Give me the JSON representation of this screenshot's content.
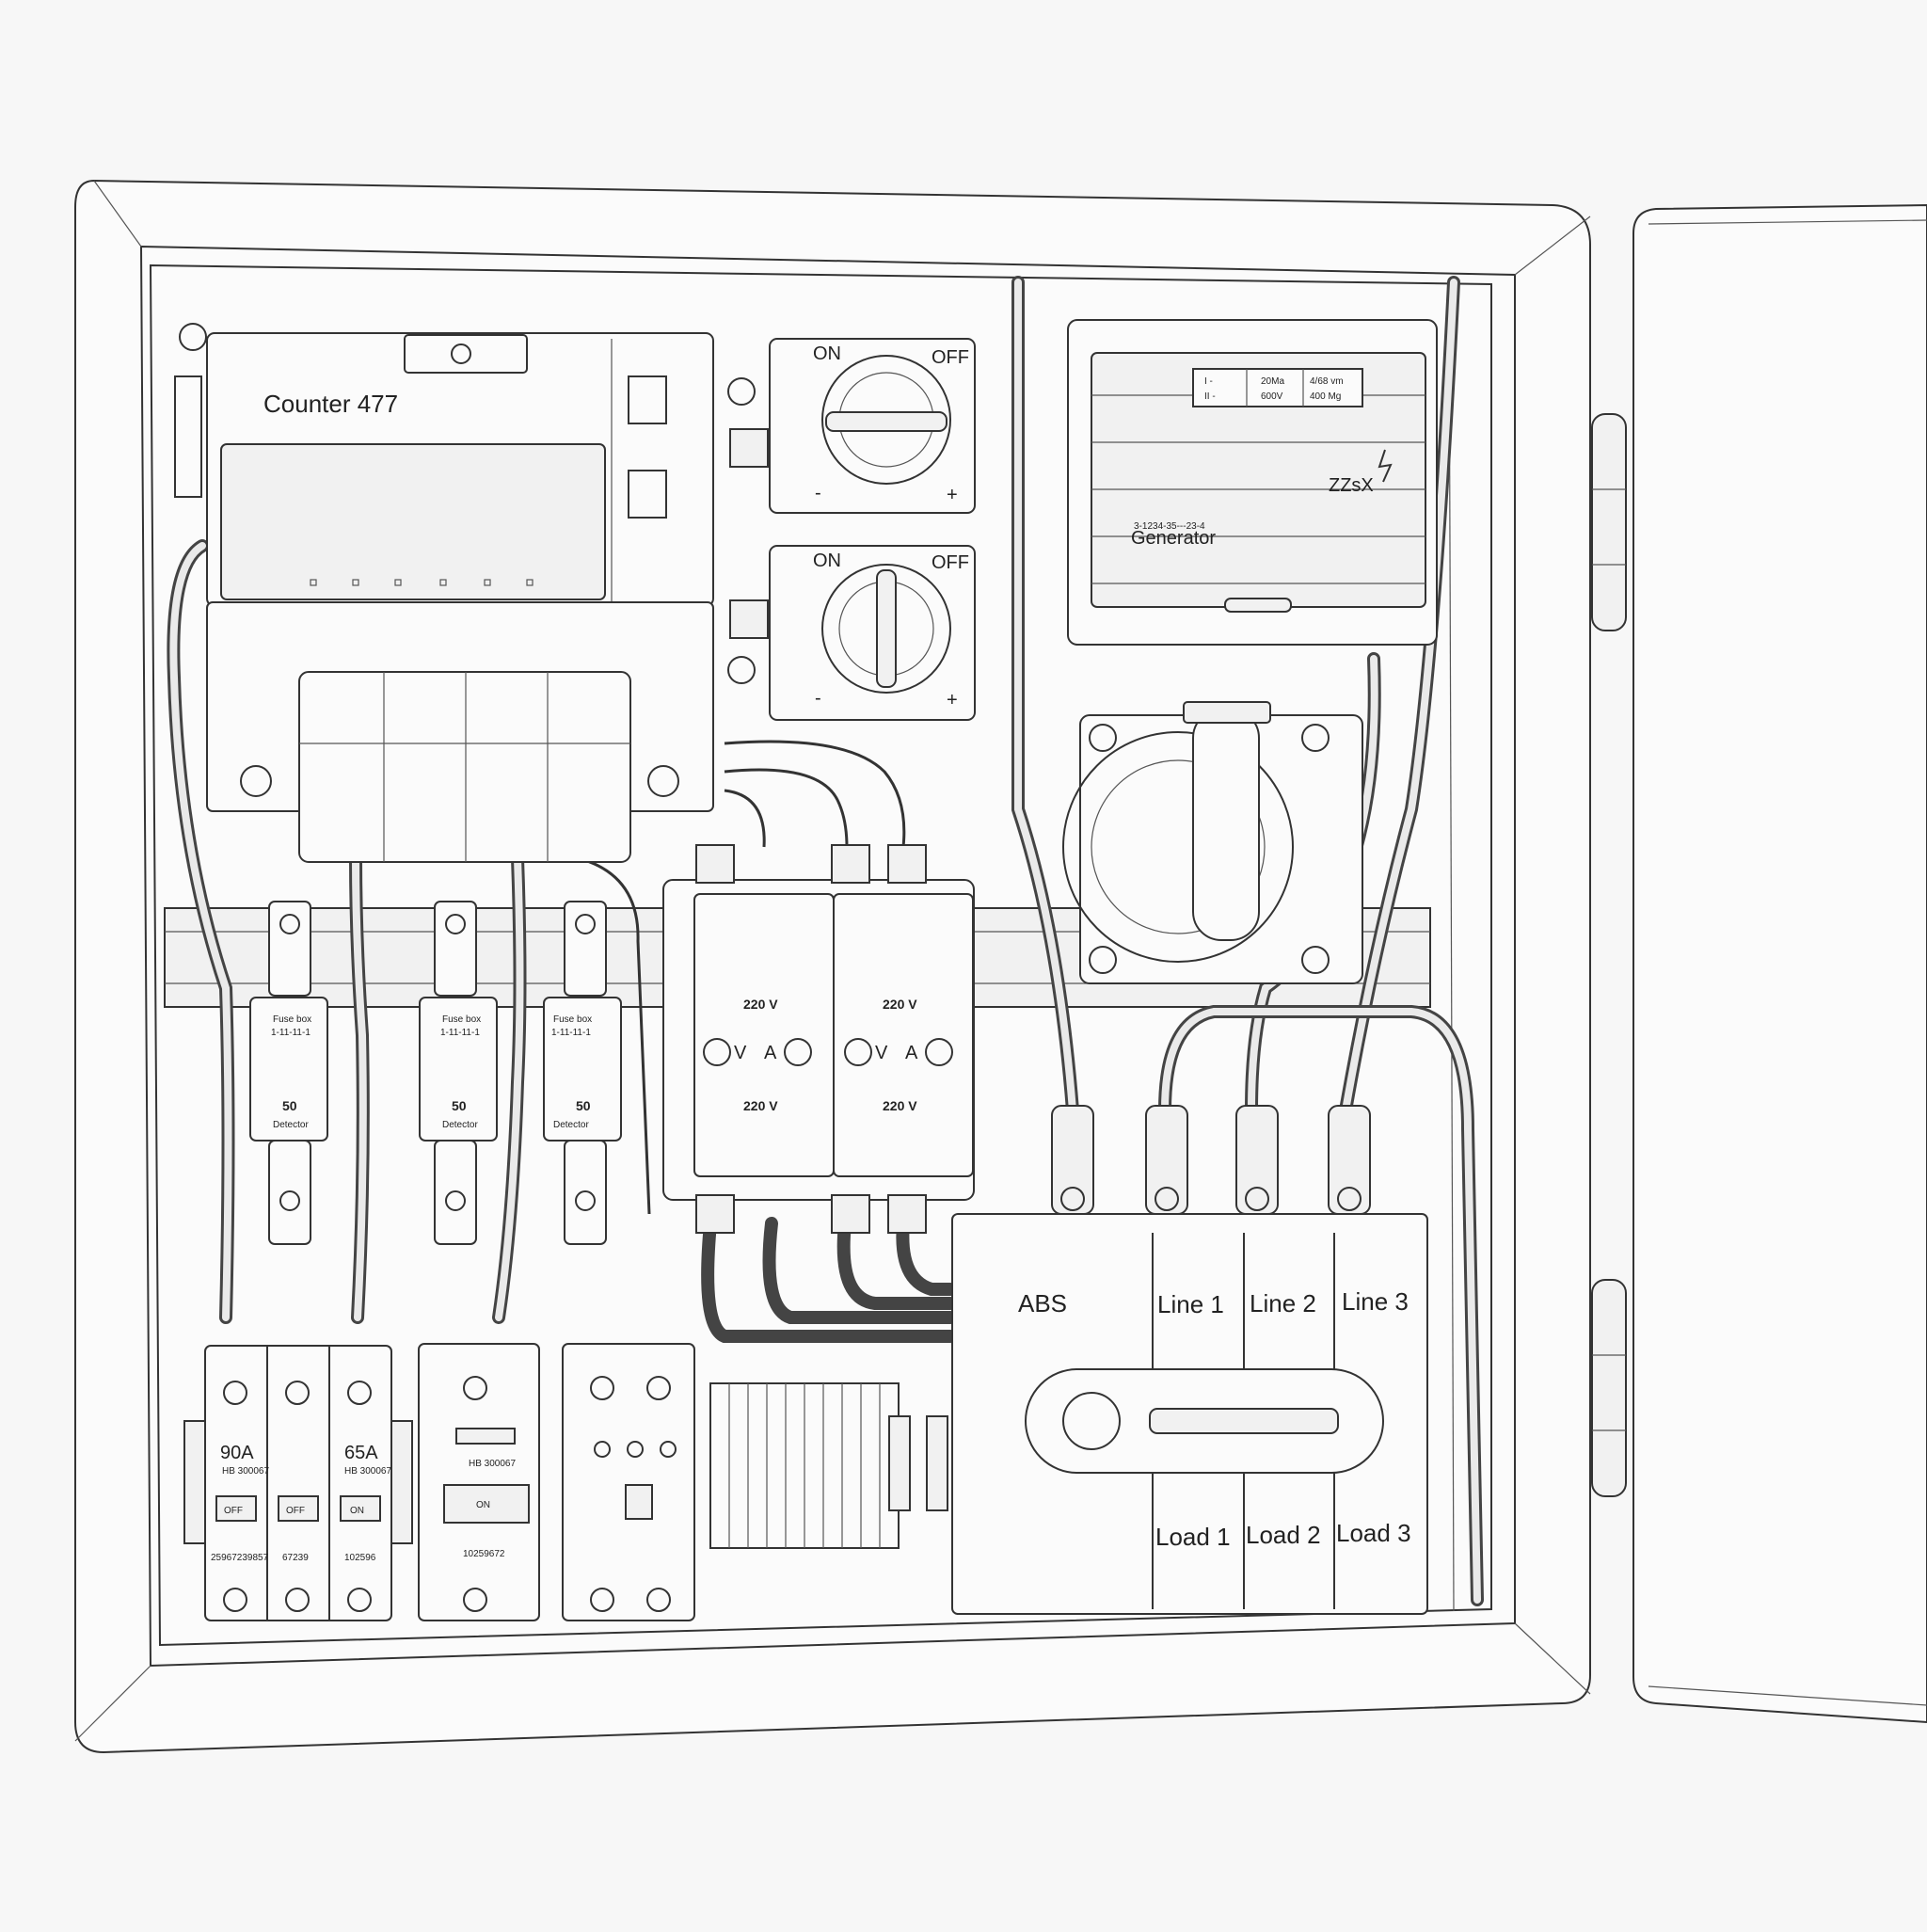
{
  "meter": {
    "label": "Counter 477"
  },
  "rotary_switches": [
    {
      "on_label": "ON",
      "off_label": "OFF",
      "minus_label": "-",
      "plus_label": "+"
    },
    {
      "on_label": "ON",
      "off_label": "OFF",
      "minus_label": "-",
      "plus_label": "+"
    }
  ],
  "generator": {
    "label": "Generator",
    "serial": "3-1234-35---23-4",
    "brand": "ZZsX",
    "spec_table": [
      [
        "I -",
        "20Ma",
        "4/68 vm"
      ],
      [
        "II -",
        "600V",
        "400 Mg"
      ]
    ]
  },
  "fuse_boxes": [
    {
      "title": "Fuse box",
      "code": "1-11-11-1",
      "rating": "50",
      "label": "Detector"
    },
    {
      "title": "Fuse box",
      "code": "1-11-11-1",
      "rating": "50",
      "label": "Detector"
    },
    {
      "title": "Fuse box",
      "code": "1-11-11-1",
      "rating": "50",
      "label": "Detector"
    }
  ],
  "voltmeters": [
    {
      "top": "220 V",
      "bottom": "220 V",
      "v": "V",
      "a": "A"
    },
    {
      "top": "220 V",
      "bottom": "220 V",
      "v": "V",
      "a": "A"
    }
  ],
  "breakers": [
    {
      "rating": "90A",
      "code": "HB 300067",
      "state": "OFF",
      "serial": "25967239857"
    },
    {
      "rating": "",
      "code": "",
      "state": "OFF",
      "serial": "67239"
    },
    {
      "rating": "65A",
      "code": "HB 300067",
      "state": "ON",
      "serial": "102596"
    }
  ],
  "contactor": {
    "code": "HB 300067",
    "state": "ON",
    "serial": "10259672"
  },
  "main_switch": {
    "brand": "ABS",
    "lines": [
      "Line 1",
      "Line 2",
      "Line 3"
    ],
    "loads": [
      "Load 1",
      "Load 2",
      "Load 3"
    ]
  }
}
